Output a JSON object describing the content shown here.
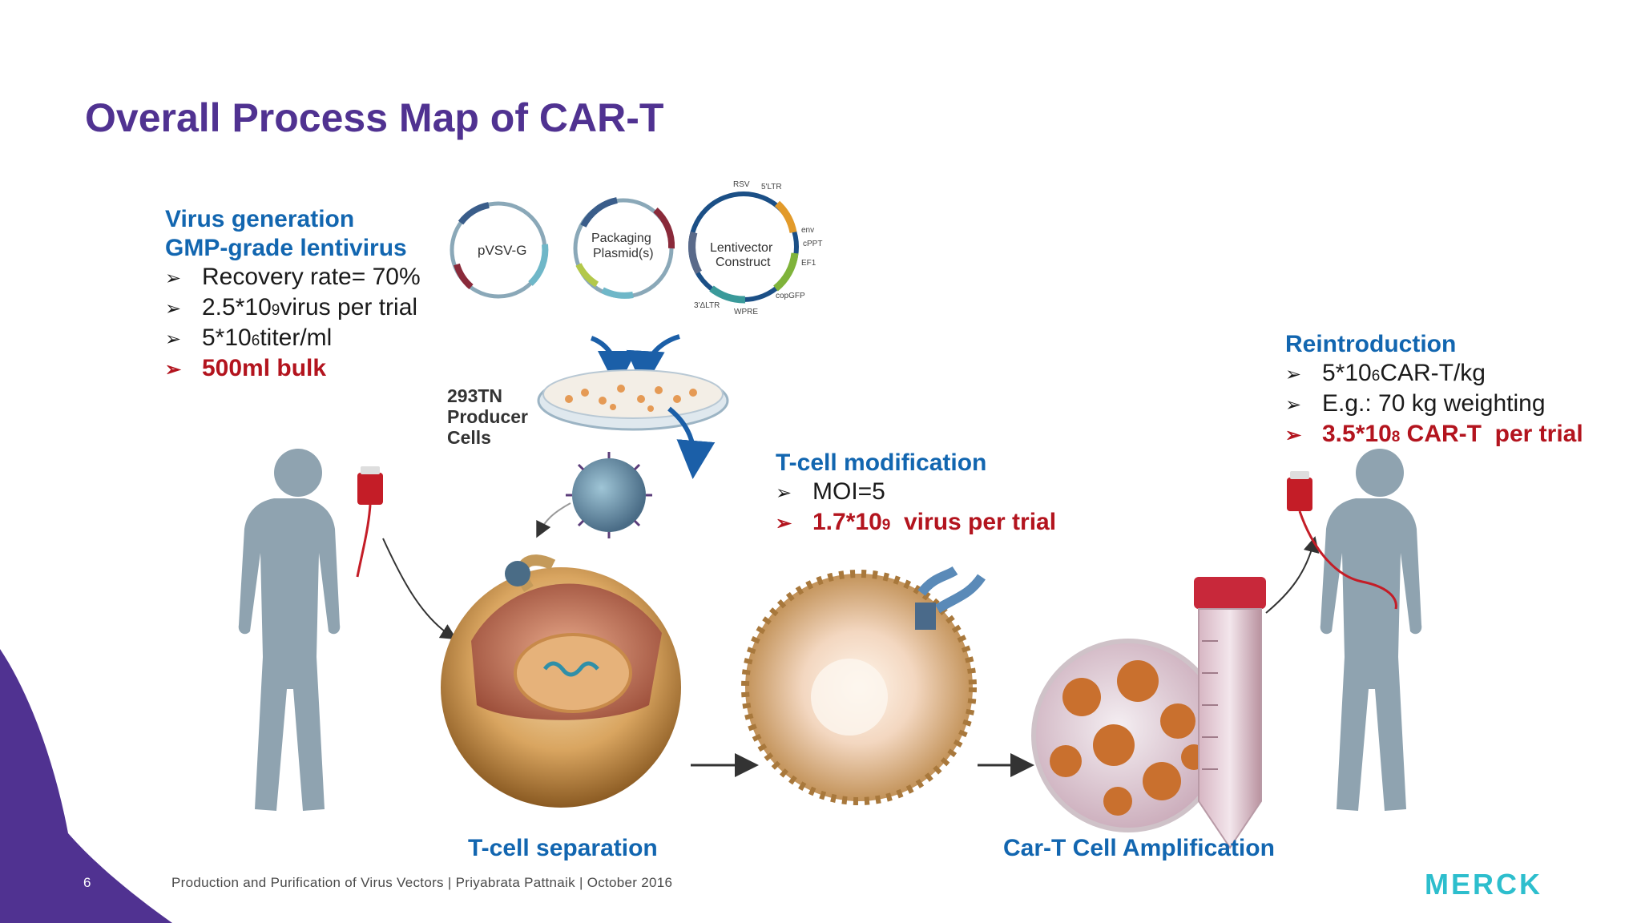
{
  "slide": {
    "title": "Overall Process Map of CAR-T",
    "page_number": "6",
    "footer": "Production and Purification of Virus Vectors | Priyabrata Pattnaik | October 2016",
    "logo": "MERCK"
  },
  "virus_generation": {
    "heading1": "Virus generation",
    "heading2": "GMP-grade lentivirus",
    "item1": "Recovery rate= 70%",
    "item2_base": "2.5*10",
    "item2_exp": "9",
    "item2_rest": " virus per trial",
    "item3_base": "5*10",
    "item3_exp": "6",
    "item3_rest": " titer/ml",
    "item4": "500ml bulk"
  },
  "plasmids": {
    "p1": "pVSV-G",
    "p2_line1": "Packaging",
    "p2_line2": "Plasmid(s)",
    "p3_line1": "Lentivector",
    "p3_line2": "Construct",
    "ann_rsv": "RSV",
    "ann_5ltr": "5'LTR",
    "ann_env": "env",
    "ann_cppt": "cPPT",
    "ann_ef1": "EF1",
    "ann_copgfp": "copGFP",
    "ann_wpre": "WPRE",
    "ann_3ltr": "3'ΔLTR"
  },
  "producer": {
    "line1": "293TN",
    "line2": "Producer",
    "line3": "Cells"
  },
  "t_cell_modification": {
    "heading": "T-cell modification",
    "item1": "MOI=5",
    "item2_base": "1.7*10",
    "item2_exp": "9",
    "item2_rest": "  virus per trial"
  },
  "reintroduction": {
    "heading": "Reintroduction",
    "item1_base": "5*10",
    "item1_exp": "6",
    "item1_rest": " CAR-T/kg",
    "item2": "E.g.: 70 kg weighting",
    "item3_base": "3.5*10",
    "item3_exp": "8",
    "item3_rest": " CAR-T  per trial"
  },
  "labels": {
    "t_cell_separation": "T-cell separation",
    "amplification": "Car-T Cell Amplification"
  },
  "colors": {
    "title": "#503291",
    "heading_blue": "#1266b0",
    "highlight_red": "#b3141e",
    "accent_purple": "#503291",
    "logo_teal": "#2dbecd",
    "silhouette": "#8fa3b0"
  }
}
